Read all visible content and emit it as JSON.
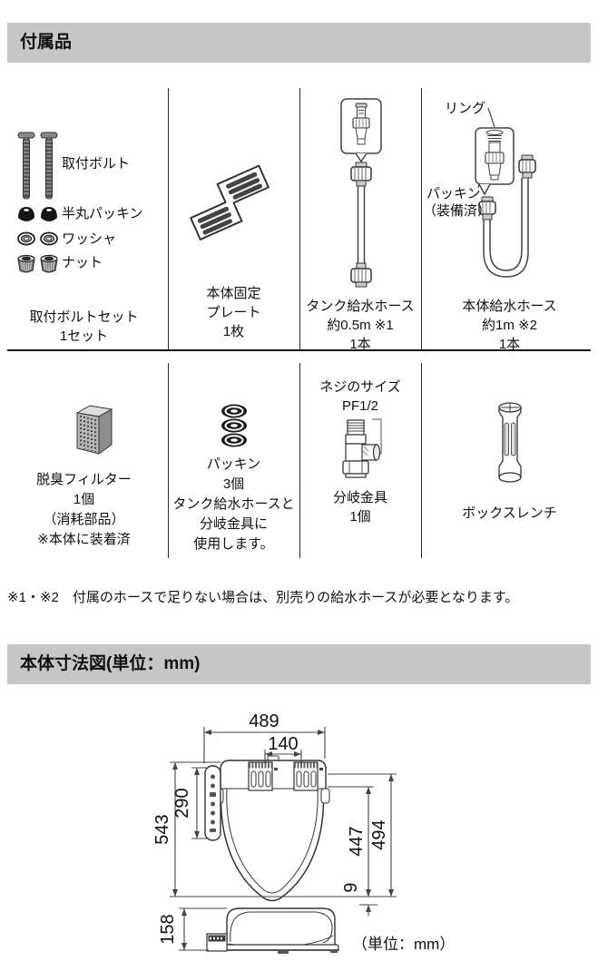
{
  "page": {
    "section1_title": "付属品",
    "section2_title": "本体寸法図(単位：mm)",
    "note": "※1・※2　付属のホースで足りない場合は、別売りの給水ホースが必要となります。"
  },
  "parts": {
    "bolt_set": {
      "item_labels": [
        "取付ボルト",
        "半丸パッキン",
        "ワッシャ",
        "ナット"
      ],
      "caption": [
        "取付ボルトセット",
        "1セット"
      ]
    },
    "plate": {
      "caption": [
        "本体固定",
        "プレート",
        "1枚"
      ]
    },
    "tank_hose": {
      "caption": [
        "タンク給水ホース",
        "約0.5m ※1",
        "1本"
      ]
    },
    "main_hose": {
      "callout_ring": "リング",
      "callout_packing": [
        "パッキン",
        "（装備済）"
      ],
      "caption": [
        "本体給水ホース",
        "約1m ※2",
        "1本"
      ]
    },
    "filter": {
      "caption": [
        "脱臭フィルター",
        "1個",
        "（消耗部品）",
        "※本体に装着済"
      ]
    },
    "packing": {
      "caption": [
        "パッキン",
        "3個",
        "タンク給水ホースと",
        "分岐金具に",
        "使用します。"
      ]
    },
    "branch_fitting": {
      "screw_label": [
        "ネジのサイズ",
        "PF1/2"
      ],
      "caption": [
        "分岐金具",
        "1個"
      ]
    },
    "box_wrench": {
      "caption": [
        "ボックスレンチ"
      ]
    }
  },
  "dimensions": {
    "unit_note": "（単位：mm）",
    "width_top": "489",
    "bolt_pitch": "140",
    "panel_length": "290",
    "total_depth": "543",
    "depth_front": "447",
    "depth_rear": "494",
    "gap": "9",
    "height": "158"
  },
  "colors": {
    "header_bg": "#c6c6c6",
    "line_art": "#333333",
    "text": "#111111"
  }
}
